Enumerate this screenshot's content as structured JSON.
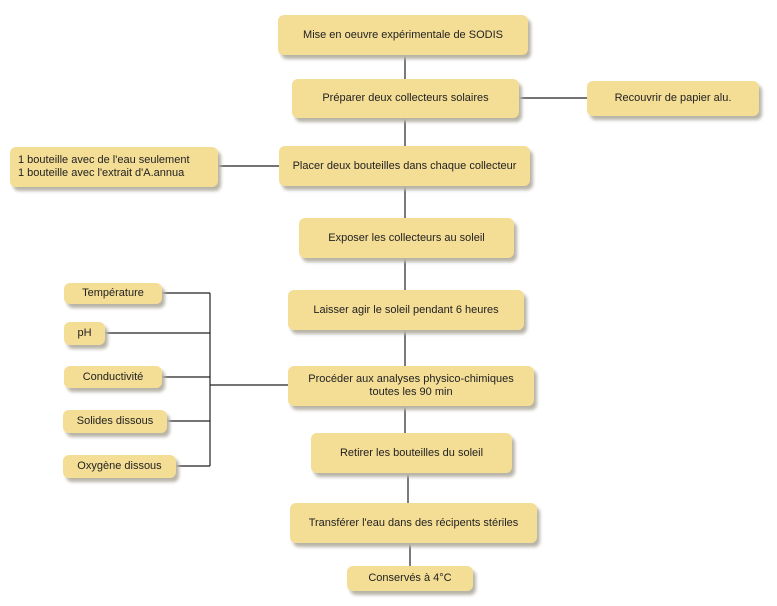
{
  "main_steps": [
    "Mise en oeuvre expérimentale de SODIS",
    "Préparer deux collecteurs solaires",
    "Placer deux bouteilles dans chaque collecteur",
    "Exposer les collecteurs au soleil",
    "Laisser agir le soleil pendant 6 heures",
    "Procéder aux analyses physico-chimiques toutes les 90 min",
    "Retirer les bouteilles du soleil",
    "Transférer l'eau dans des récipents stériles",
    "Conservés à 4°C"
  ],
  "side_notes": {
    "collecteurs": "Recouvrir de papier alu.",
    "bouteilles_line1": "1 bouteille avec de l'eau seulement",
    "bouteilles_line2": "1 bouteille avec l'extrait d'A.annua"
  },
  "analyses": [
    "Température",
    "pH",
    "Conductivité",
    "Solides dissous",
    "Oxygène dissous"
  ],
  "colors": {
    "box_fill": "#f4dd95",
    "line": "#222222"
  }
}
